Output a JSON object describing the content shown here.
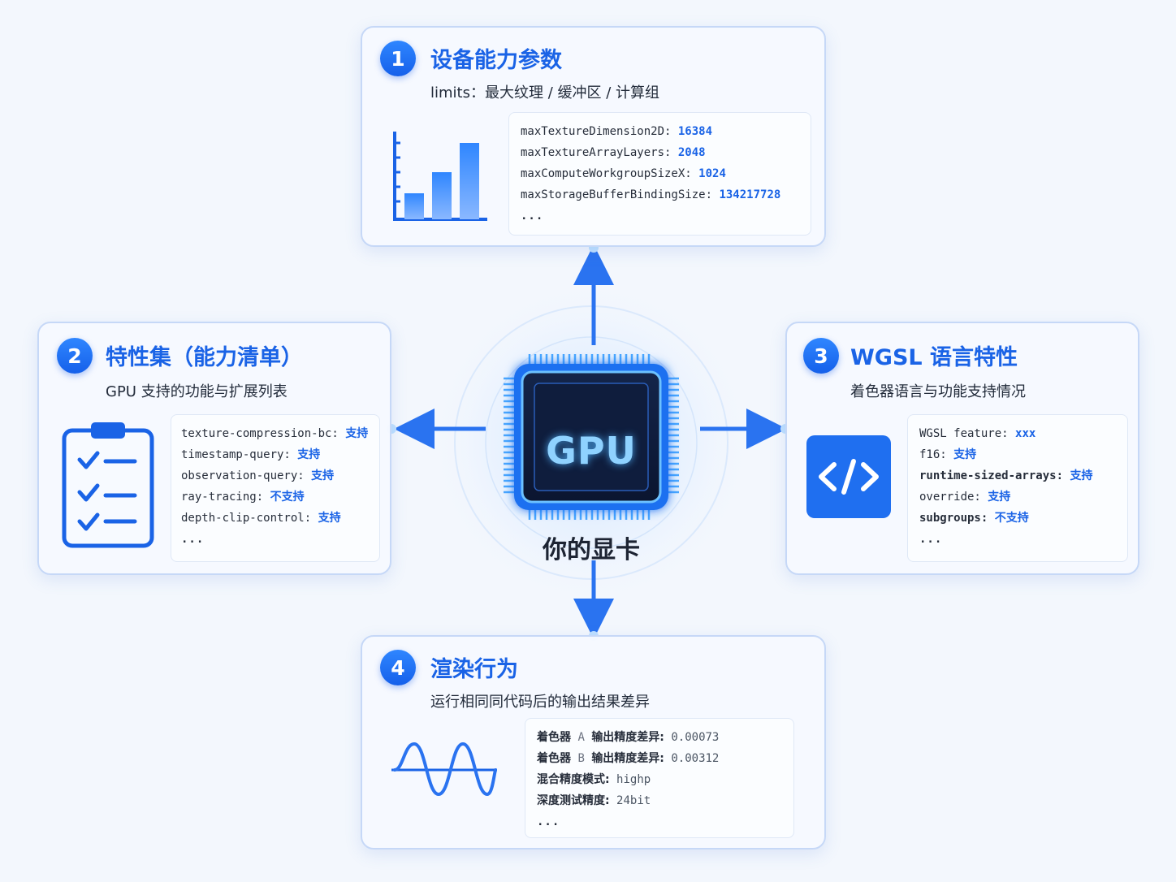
{
  "center": {
    "chip_text": "GPU",
    "caption": "你的显卡"
  },
  "colors": {
    "accent": "#1a63e6",
    "value": "#1a63e6",
    "border": "#c6d8f7"
  },
  "cards": {
    "limits": {
      "number": "1",
      "title": "设备能力参数",
      "subtitle": "limits：最大纹理 / 缓冲区 / 计算组",
      "icon": "bar-chart-icon",
      "rows": [
        {
          "key": "maxTextureDimension2D:",
          "value": "16384"
        },
        {
          "key": "maxTextureArrayLayers:",
          "value": "2048"
        },
        {
          "key": "maxComputeWorkgroupSizeX:",
          "value": "1024"
        },
        {
          "key": "maxStorageBufferBindingSize:",
          "value": "134217728"
        }
      ],
      "more": "..."
    },
    "features": {
      "number": "2",
      "title": "特性集（能力清单）",
      "subtitle": "GPU 支持的功能与扩展列表",
      "icon": "clipboard-checklist-icon",
      "rows": [
        {
          "key": "texture-compression-bc:",
          "value": "支持"
        },
        {
          "key": "timestamp-query:",
          "value": "支持"
        },
        {
          "key": "observation-query:",
          "value": "支持"
        },
        {
          "key": "ray-tracing:",
          "value": "不支持"
        },
        {
          "key": "depth-clip-control:",
          "value": "支持"
        }
      ],
      "more": "..."
    },
    "wgsl": {
      "number": "3",
      "title": "WGSL 语言特性",
      "subtitle": "着色器语言与功能支持情况",
      "icon": "code-icon",
      "rows": [
        {
          "key": "WGSL feature:",
          "value": "xxx"
        },
        {
          "key": "f16:",
          "value": "支持"
        },
        {
          "key": "runtime-sized-arrays:",
          "value": "支持"
        },
        {
          "key": "override:",
          "value": "支持"
        },
        {
          "key": "subgroups:",
          "value": "不支持"
        }
      ],
      "more": "..."
    },
    "render": {
      "number": "4",
      "title": "渲染行为",
      "subtitle": "运行相同同代码后的输出结果差异",
      "icon": "waveform-icon",
      "rows": [
        {
          "cn": "着色器",
          "letter": "A",
          "key": "输出精度差异:",
          "value": "0.00073"
        },
        {
          "cn": "着色器",
          "letter": "B",
          "key": "输出精度差异:",
          "value": "0.00312"
        },
        {
          "key": "混合精度模式:",
          "value": "highp"
        },
        {
          "key": "深度测试精度:",
          "value": "24bit"
        }
      ],
      "more": "..."
    }
  }
}
